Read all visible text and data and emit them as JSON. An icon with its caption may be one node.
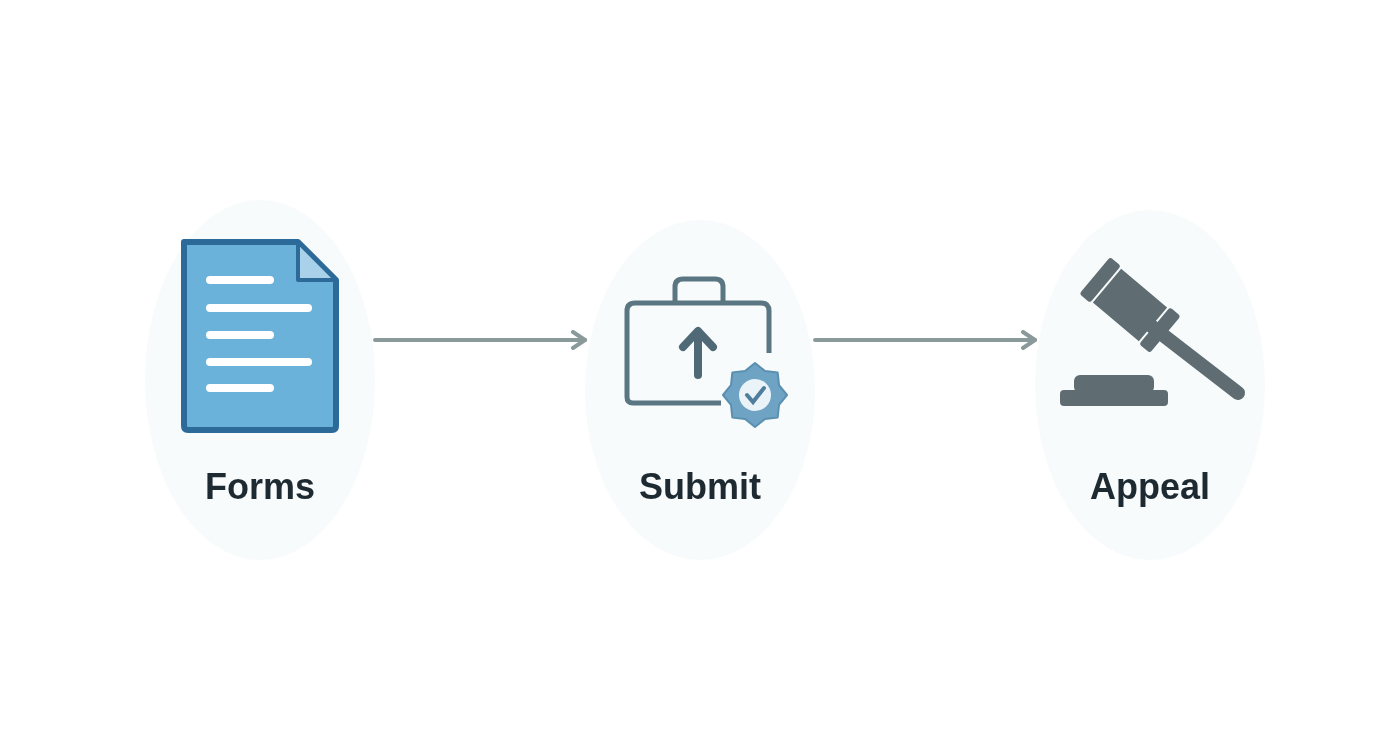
{
  "diagram": {
    "nodes": [
      {
        "text": [
          "Forms"
        ]
      },
      {
        "text": [
          "Submit"
        ]
      },
      {
        "text": [
          "Appeal"
        ]
      }
    ],
    "edges": [
      {
        "from": 0,
        "to": 1,
        "arrow": "to"
      },
      {
        "from": 1,
        "to": 2,
        "arrow": "to"
      }
    ]
  }
}
